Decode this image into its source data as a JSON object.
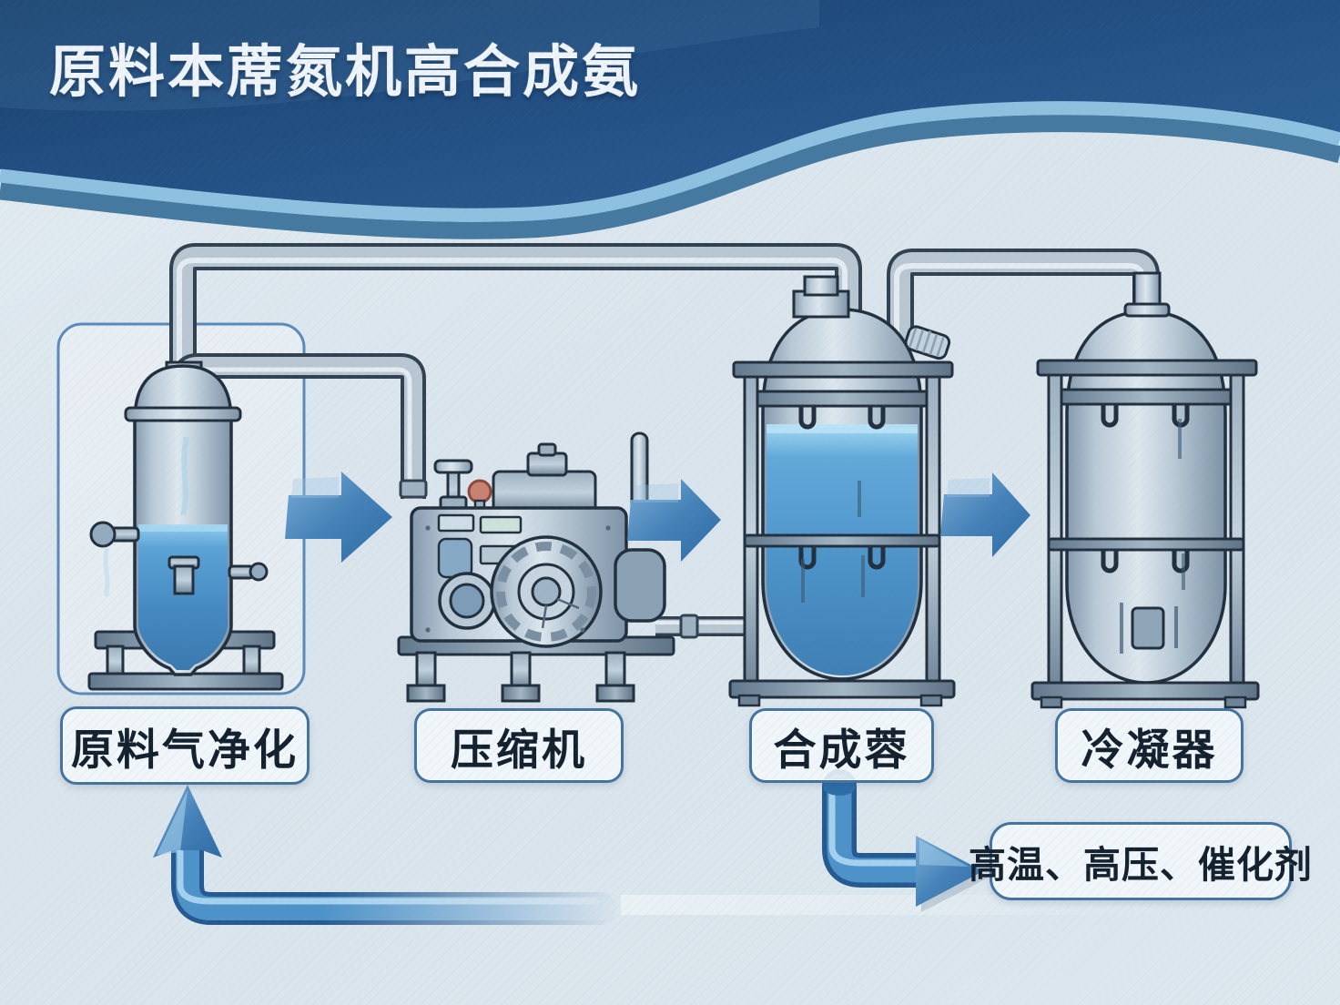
{
  "header": {
    "title": "原料本蓆氮机高合成氨"
  },
  "stages": [
    {
      "label": "原料气净化"
    },
    {
      "label": "压缩机"
    },
    {
      "label": "合成蓉"
    },
    {
      "label": "冷凝器"
    }
  ],
  "callout": {
    "label": "高温、高压、催化剂"
  },
  "colors": {
    "header_dark": "#1c4775",
    "header_mid": "#2e6396",
    "wave_light": "#8ec1e0",
    "wave_medium": "#45799f",
    "background": "#dde7ee",
    "arrow_blue": "#2e6aa4",
    "label_border": "#44739f",
    "label_text": "#13202e",
    "tank_liquid_blue": "#4c93c8",
    "metal_gray": "#b9c9d6",
    "recycle_pipe_blue": "#3d7fbe",
    "red_knob": "#c9826f"
  }
}
